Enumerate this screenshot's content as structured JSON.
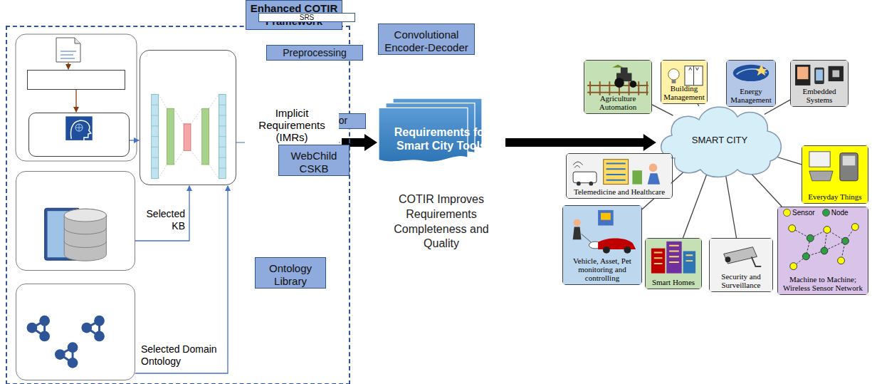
{
  "diagram": {
    "nodes": [
      {
        "text": [
          "Enhanced COTIR Framework"
        ]
      },
      {
        "text": [
          "SRS"
        ],
        "in": 0
      },
      {
        "text": [
          "Preprocessing"
        ],
        "in": 0
      },
      {
        "text": [
          "NL Processor"
        ],
        "in": 0
      },
      {
        "text": [
          "Convolutional Encoder-Decoder"
        ],
        "in": 0
      },
      {
        "text": [
          "WebChild CSKB"
        ],
        "in": 0
      },
      {
        "text": [
          "Ontology Library"
        ],
        "in": 0
      },
      {
        "text": [
          "Requirements for Smart City Tools",
          "COTIR Improves Requirements Completeness and Quality"
        ]
      },
      {
        "text": [
          "SMART CITY"
        ]
      },
      {
        "text": [
          "Agriculture Automation"
        ]
      },
      {
        "text": [
          "Building Management"
        ]
      },
      {
        "text": [
          "Energy Management"
        ]
      },
      {
        "text": [
          "Embedded Systems"
        ]
      },
      {
        "text": [
          "Telemedicine and Healthcare"
        ]
      },
      {
        "text": [
          "Everyday Things"
        ]
      },
      {
        "text": [
          "Vehicle, Asset, Pet monitoring and controlling"
        ]
      },
      {
        "text": [
          "Smart Homes"
        ]
      },
      {
        "text": [
          "Security and Surveillance"
        ]
      },
      {
        "text": [
          "Machine to Machine; Wireless Sensor Network"
        ]
      }
    ],
    "edges": [
      {
        "from": 1,
        "to": 2,
        "arrow": "to"
      },
      {
        "from": 2,
        "to": 3,
        "arrow": "to"
      },
      {
        "from": 3,
        "to": 4,
        "arrow": "to"
      },
      {
        "from": 5,
        "to": 4,
        "label": "Selected KB",
        "arrow": "to"
      },
      {
        "from": 6,
        "to": 4,
        "label": "Selected Domain Ontology",
        "arrow": "to"
      },
      {
        "from": 4,
        "to": 7,
        "label": "Implicit Requirements (IMRs)",
        "arrow": "to"
      },
      {
        "from": 7,
        "to": 8,
        "arrow": "to"
      },
      {
        "from": 8,
        "to": 9,
        "arrow": "none"
      },
      {
        "from": 8,
        "to": 10,
        "arrow": "none"
      },
      {
        "from": 8,
        "to": 11,
        "arrow": "none"
      },
      {
        "from": 8,
        "to": 12,
        "arrow": "none"
      },
      {
        "from": 8,
        "to": 13,
        "arrow": "none"
      },
      {
        "from": 8,
        "to": 14,
        "arrow": "none"
      },
      {
        "from": 8,
        "to": 15,
        "arrow": "none"
      },
      {
        "from": 8,
        "to": 16,
        "arrow": "none"
      },
      {
        "from": 8,
        "to": 17,
        "arrow": "none"
      },
      {
        "from": 8,
        "to": 18,
        "arrow": "none"
      }
    ],
    "legend": [
      {
        "text": "Sensor",
        "color": "#ffff00"
      },
      {
        "text": "Node",
        "color": "#2e9e44"
      }
    ]
  }
}
